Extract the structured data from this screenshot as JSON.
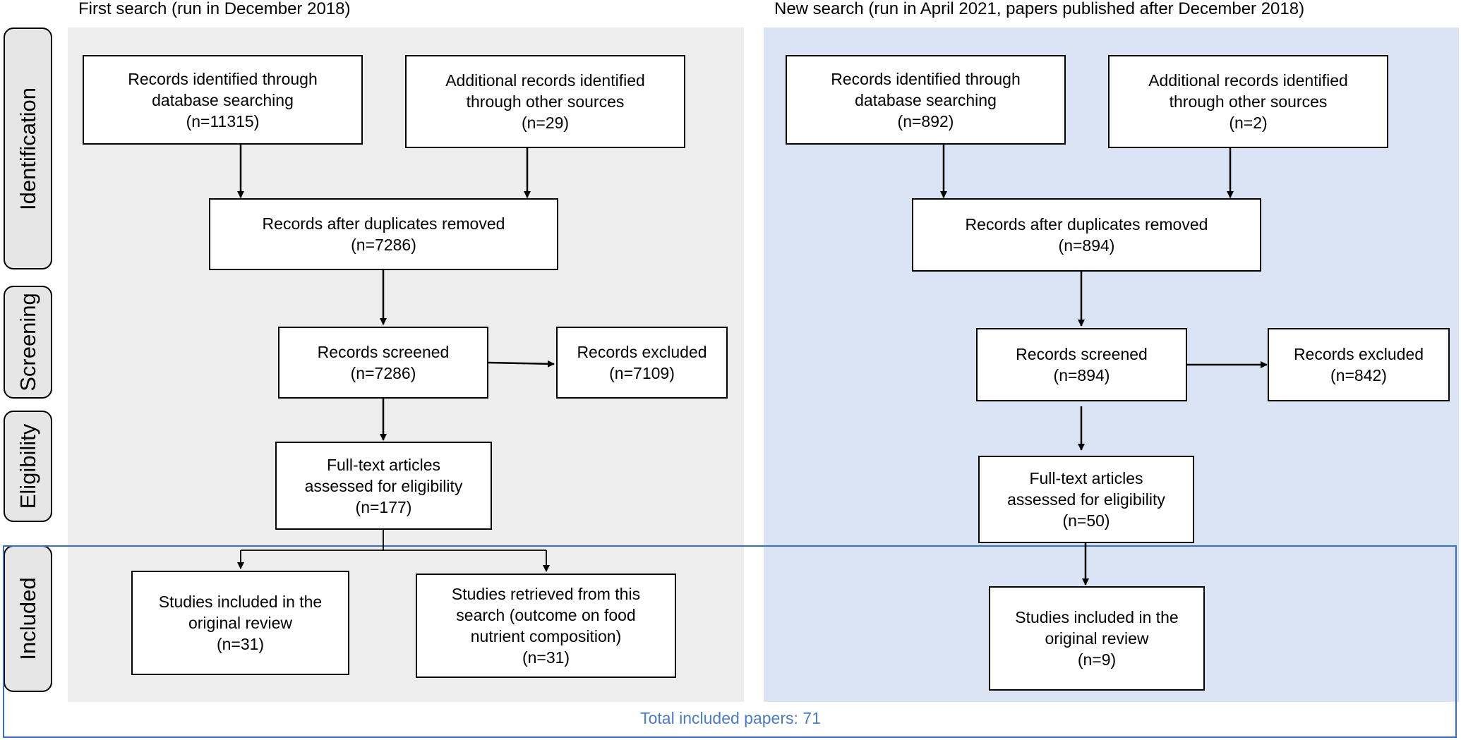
{
  "headings": {
    "first": "First search (run in December 2018)",
    "new": "New search (run in April 2021, papers published after December 2018)"
  },
  "stages": {
    "identification": "Identification",
    "screening": "Screening",
    "eligibility": "Eligibility",
    "included": "Included"
  },
  "first_search": {
    "db": {
      "line1": "Records identified through",
      "line2": "database searching",
      "count": "(n=11315)"
    },
    "other": {
      "line1": "Additional records identified",
      "line2": "through other sources",
      "count": "(n=29)"
    },
    "dedup": {
      "line1": "Records after duplicates removed",
      "count": "(n=7286)"
    },
    "screened": {
      "line1": "Records screened",
      "count": "(n=7286)"
    },
    "excluded": {
      "line1": "Records excluded",
      "count": "(n=7109)"
    },
    "fulltext": {
      "line1": "Full-text articles",
      "line2": "assessed for eligibility",
      "count": "(n=177)"
    },
    "included_original": {
      "line1": "Studies included in the",
      "line2": "original review",
      "count": "(n=31)"
    },
    "retrieved": {
      "line1": "Studies retrieved from this",
      "line2": "search (outcome on food",
      "line3": "nutrient composition)",
      "count": "(n=31)"
    }
  },
  "new_search": {
    "db": {
      "line1": "Records identified through",
      "line2": "database searching",
      "count": "(n=892)"
    },
    "other": {
      "line1": "Additional records identified",
      "line2": "through other sources",
      "count": "(n=2)"
    },
    "dedup": {
      "line1": "Records after duplicates removed",
      "count": "(n=894)"
    },
    "screened": {
      "line1": "Records screened",
      "count": "(n=894)"
    },
    "excluded": {
      "line1": "Records excluded",
      "count": "(n=842)"
    },
    "fulltext": {
      "line1": "Full-text articles",
      "line2": "assessed for eligibility",
      "count": "(n=50)"
    },
    "included_original": {
      "line1": "Studies included in the",
      "line2": "original review",
      "count": "(n=9)"
    }
  },
  "total": "Total included papers: 71"
}
